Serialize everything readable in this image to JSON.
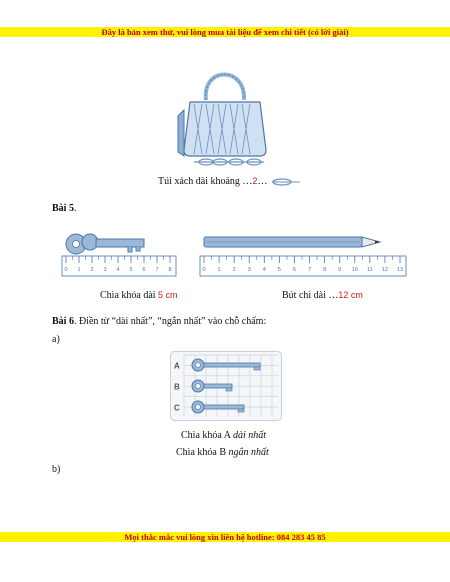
{
  "header_notice": "Đây là bản xem thử, vui lòng mua tài liệu để xem chi tiết (có lời giải)",
  "footer_notice": "Mọi thắc mắc vui lòng xin liên hệ hotline: 084 283 45 85",
  "bag": {
    "caption_prefix": "Túi xách dài khoảng …",
    "answer": "2",
    "caption_suffix": "…"
  },
  "exercise5": {
    "title": "Bài 5",
    "title_dot": ".",
    "key": {
      "label": "Chìa khóa dài",
      "answer": "5 cm"
    },
    "pencil": {
      "label": "Bút chì dài …",
      "answer": "12 cm"
    },
    "key_ruler_ticks": [
      "0",
      "1",
      "2",
      "3",
      "4",
      "5",
      "6",
      "7",
      "8"
    ],
    "pencil_ruler_ticks": [
      "0",
      "1",
      "2",
      "3",
      "4",
      "5",
      "6",
      "7",
      "8",
      "9",
      "10",
      "11",
      "12",
      "13"
    ]
  },
  "exercise6": {
    "title": "Bài 6",
    "instruction": ". Điền từ “dài nhất”, “ngắn nhất” vào chỗ chấm:",
    "part_a": "a)",
    "part_b": "b)",
    "grid_rows": [
      "A",
      "B",
      "C"
    ],
    "answer_a_prefix": "Chìa khóa A ",
    "answer_a": "dài nhất",
    "answer_b_prefix": "Chìa khóa B ",
    "answer_b": "ngắn nhất"
  }
}
